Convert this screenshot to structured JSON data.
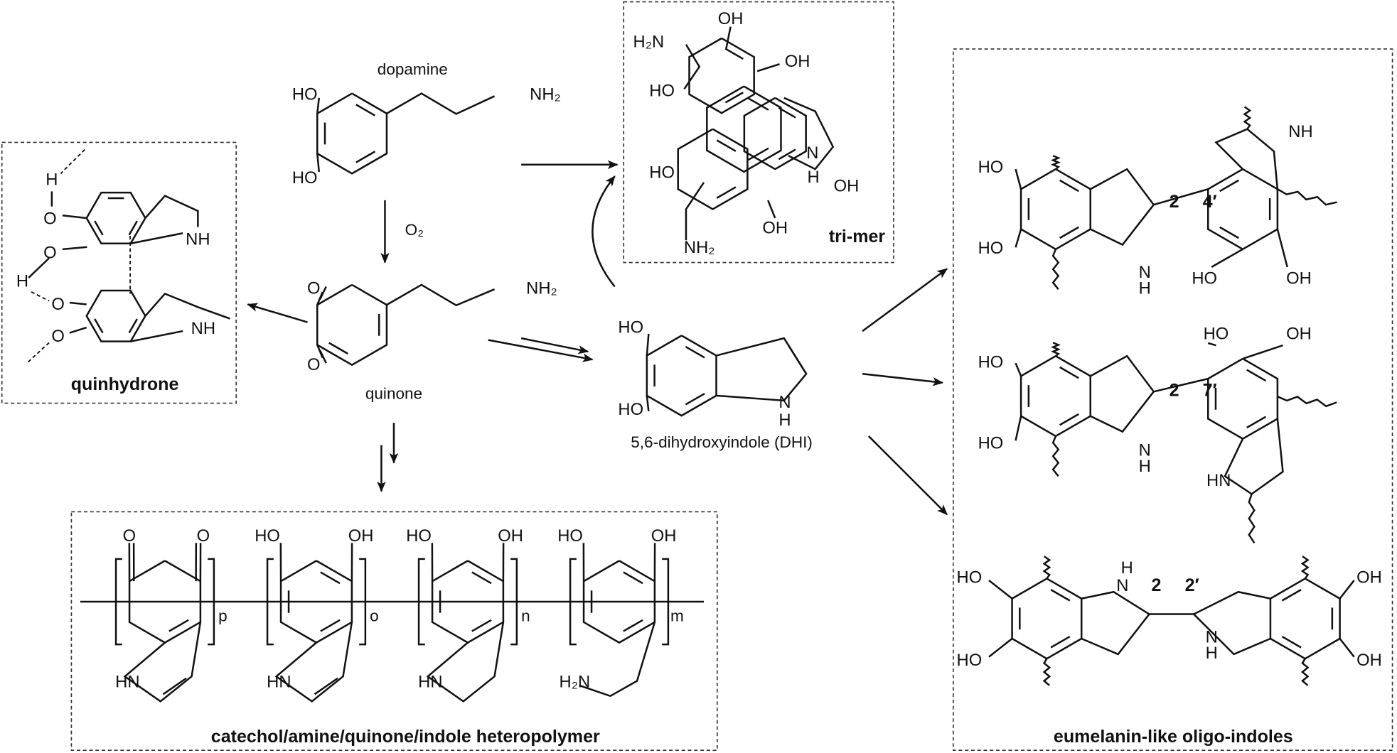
{
  "dopamine": {
    "name": "dopamine",
    "atoms": [
      "HO",
      "HO",
      "NH₂"
    ]
  },
  "oxidation": {
    "reagent": "O₂"
  },
  "quinone": {
    "name": "quinone",
    "atoms": [
      "O",
      "O",
      "NH₂"
    ]
  },
  "quinhydrone": {
    "name": "quinhydrone",
    "atoms": [
      "H",
      "O",
      "O",
      "H",
      "O",
      "O",
      "NH",
      "NH"
    ]
  },
  "trimer": {
    "name": "tri-mer",
    "atoms": [
      "OH",
      "H₂N",
      "OH",
      "HO",
      "HO",
      "N",
      "H",
      "OH",
      "OH",
      "NH₂"
    ]
  },
  "dhi": {
    "name": "5,6-dihydroxyindole (DHI)",
    "atoms": [
      "HO",
      "HO",
      "N",
      "H"
    ]
  },
  "heteropolymer": {
    "name": "catechol/amine/quinone/indole heteropolymer",
    "atoms": [
      "O",
      "O",
      "HO",
      "OH",
      "HO",
      "OH",
      "HO",
      "OH",
      "HN",
      "HN",
      "HN",
      "H₂N"
    ],
    "subscripts": [
      "p",
      "o",
      "n",
      "m"
    ]
  },
  "oligoindoles": {
    "name": "eumelanin-like oligo-indoles",
    "dimer_4": {
      "atoms": [
        "HO",
        "HO",
        "NH",
        "N",
        "H",
        "HO",
        "OH"
      ],
      "positions": [
        "2",
        "4′"
      ]
    },
    "dimer_7": {
      "atoms": [
        "HO",
        "OH",
        "HO",
        "HO",
        "N",
        "H",
        "HN"
      ],
      "positions": [
        "2",
        "7′"
      ]
    },
    "dimer_2": {
      "atoms": [
        "H",
        "N",
        "HO",
        "HO",
        "N",
        "H",
        "OH",
        "OH"
      ],
      "positions": [
        "2",
        "2′"
      ]
    }
  }
}
